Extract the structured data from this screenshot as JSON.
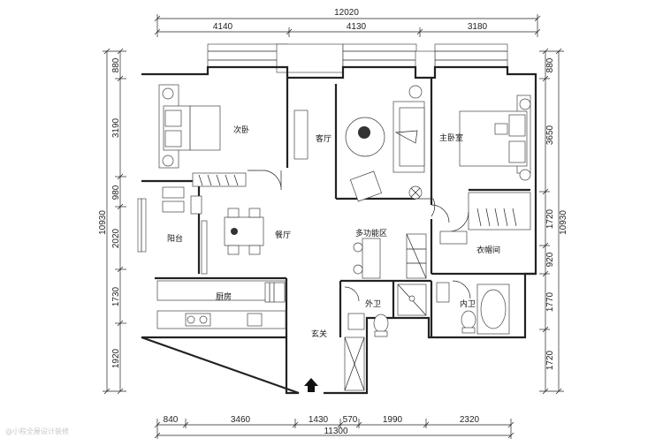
{
  "top_dims": {
    "total": "12020",
    "segments": [
      "4140",
      "4130",
      "3180"
    ]
  },
  "bottom_dims": {
    "total": "11300",
    "segments": [
      "840",
      "3460",
      "1430",
      "570",
      "1990",
      "2320"
    ]
  },
  "left_dims": {
    "total": "10930",
    "segments": [
      "880",
      "3190",
      "980",
      "2020",
      "1730",
      "1920"
    ]
  },
  "right_dims": {
    "total": "10930",
    "segments": [
      "880",
      "3650",
      "1720",
      "920",
      "1770",
      "1720"
    ]
  },
  "rooms": {
    "second_bedroom": "次卧",
    "living_room": "客厅",
    "master_bedroom": "主卧室",
    "balcony": "阳台",
    "dining_room": "餐厅",
    "multifunction": "多功能区",
    "walk_in_closet": "衣帽间",
    "kitchen": "厨房",
    "guest_bathroom": "外卫",
    "master_bathroom": "内卫",
    "entrance": "玄关"
  },
  "watermark": "@小程全屋设计装修"
}
